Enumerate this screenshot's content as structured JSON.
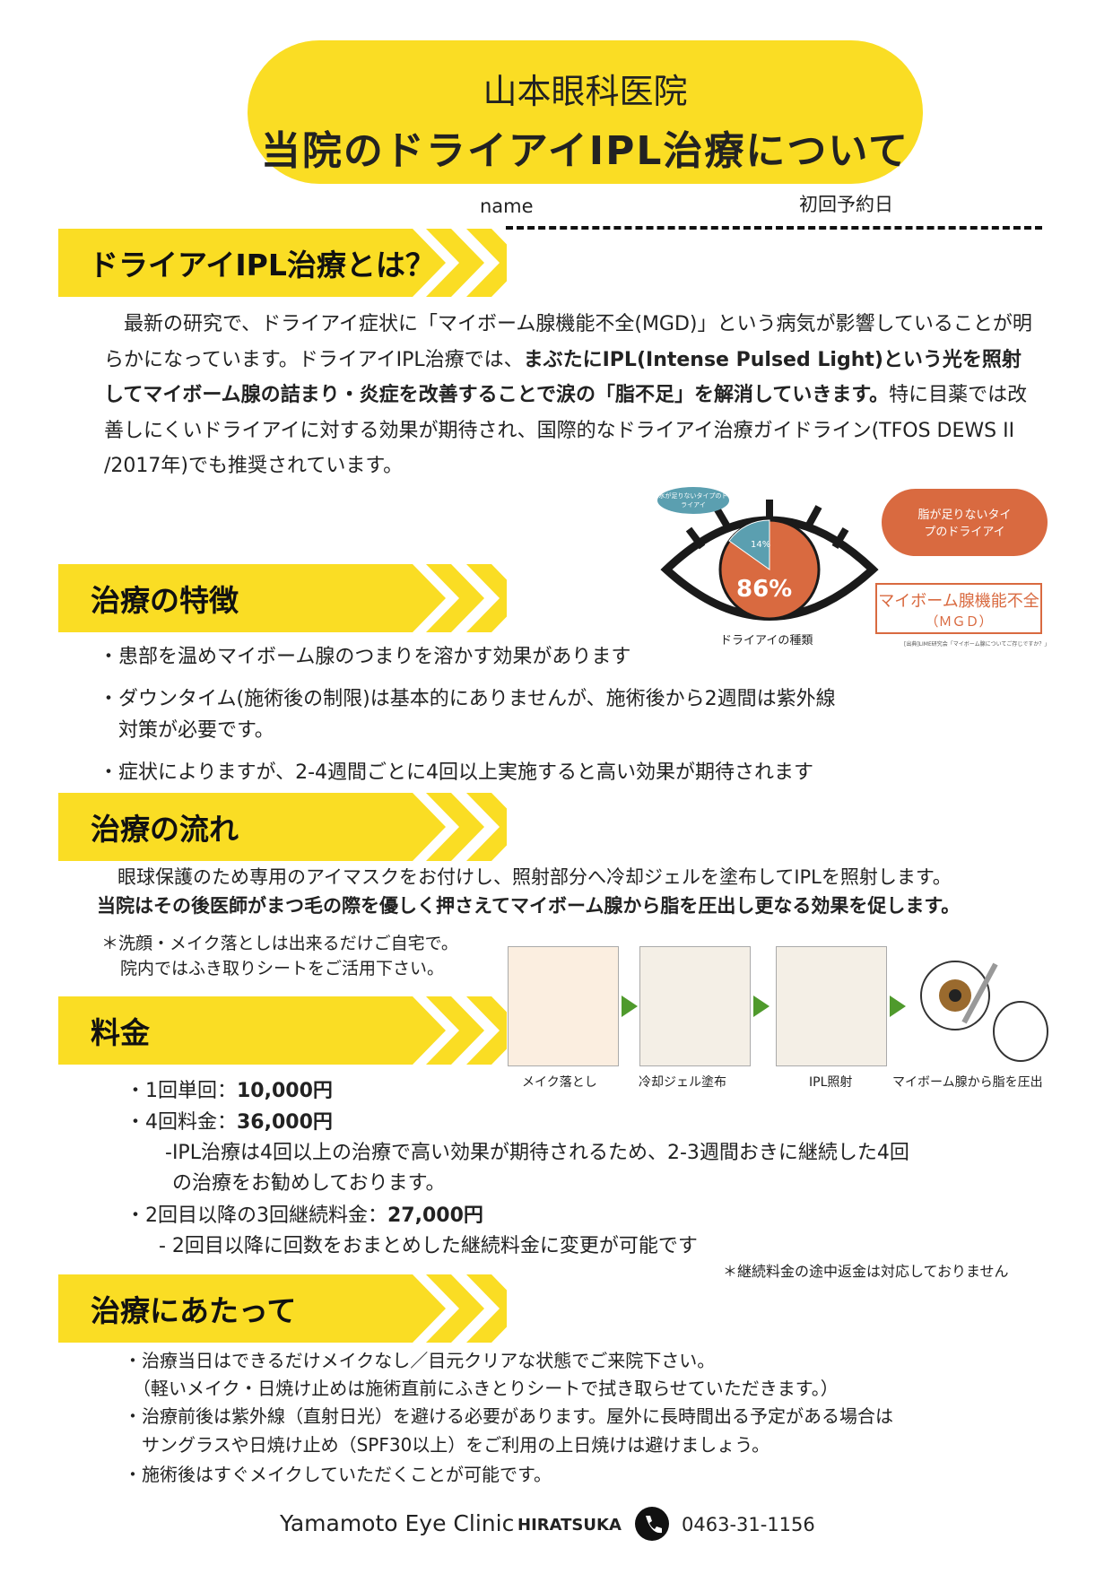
{
  "header": {
    "clinic": "山本眼科医院",
    "title": "当院のドライアイIPL治療について"
  },
  "form": {
    "name_label": "name",
    "date_label": "初回予約日"
  },
  "sections": {
    "what": {
      "title": "ドライアイIPL治療とは？",
      "p1": "　最新の研究で、ドライアイ症状に「マイボーム腺機能不全(MGD)」という病気が影響していることが明らかになっています。ドライアイIPL治療では、",
      "p2": "まぶたにIPL(Intense Pulsed Light)という光を照射してマイボーム腺の詰まり・炎症を改善することで涙の「脂不足」を解消していきます。",
      "p3": "特に目薬では改善しにくいドライアイに対する効果が期待され、国際的なドライアイ治療ガイドライン(TFOS DEWS II /2017年)でも推奨されています。"
    },
    "features": {
      "title": "治療の特徴",
      "items": [
        "・患部を温めマイボーム腺のつまりを溶かす効果があります",
        "・ダウンタイム(施術後の制限)は基本的にありませんが、施術後から2週間は紫外線",
        "　対策が必要です。",
        "・症状によりますが、2-4週間ごとに4回以上実施すると高い効果が期待されます"
      ]
    },
    "flow": {
      "title": "治療の流れ",
      "line1": "眼球保護のため専用のアイマスクをお付けし、照射部分へ冷却ジェルを塗布してIPLを照射します。",
      "line2": "当院はその後医師がまつ毛の際を優しく押さえてマイボーム腺から脂を圧出し更なる効果を促します。",
      "note1": "＊洗顔・メイク落としは出来るだけご自宅で。",
      "note2": "院内ではふき取りシートをご活用下さい。",
      "steps": [
        "メイク落とし",
        "冷却ジェル塗布",
        "IPL照射",
        "マイボーム腺から脂を圧出"
      ]
    },
    "price": {
      "title": "料金",
      "l1": "・1回単回：",
      "v1": "10,000円",
      "l2": "・4回料金：",
      "v2": "36,000円",
      "n2a": "-IPL治療は4回以上の治療で高い効果が期待されるため、2-3週間おきに継続した4回",
      "n2b": "の治療をお勧めしております。",
      "l3": "・2回目以降の3回継続料金：",
      "v3": "27,000円",
      "n3": "- 2回目以降に回数をおまとめした継続料金に変更が可能です",
      "note": "＊継続料金の途中返金は対応しておりません"
    },
    "notes": {
      "title": "治療にあたって",
      "items": [
        "・治療当日はできるだけメイクなし／目元クリアな状態でご来院下さい。",
        "　（軽いメイク・日焼け止めは施術直前にふきとりシートで拭き取らせていただきます。）",
        "・治療前後は紫外線（直射日光）を避ける必要があります。屋外に長時間出る予定がある場合は",
        "　サングラスや日焼け止め（SPF30以上）をご利用の上日焼けは避けましょう。",
        "・施術後はすぐメイクしていただくことが可能です。"
      ]
    }
  },
  "figure": {
    "water": "水が足りないタイプのドライアイ",
    "water_pct": "14%",
    "oil_pct": "86%",
    "oil": "脂が足りないタイプのドライアイ",
    "mgd1": "マイボーム腺機能不全",
    "mgd2": "（ＭＧＤ）",
    "caption": "ドライアイの種類",
    "source": "[出典]LIME研究会「マイボーム腺についてご存じですか？」"
  },
  "footer": {
    "clinic": "Yamamoto Eye Clinic",
    "branch": "HIRATSUKA",
    "phone": "0463-31-1156"
  },
  "colors": {
    "yellow": "#FADD24",
    "orange": "#D96A40",
    "teal": "#5B9FB0"
  }
}
